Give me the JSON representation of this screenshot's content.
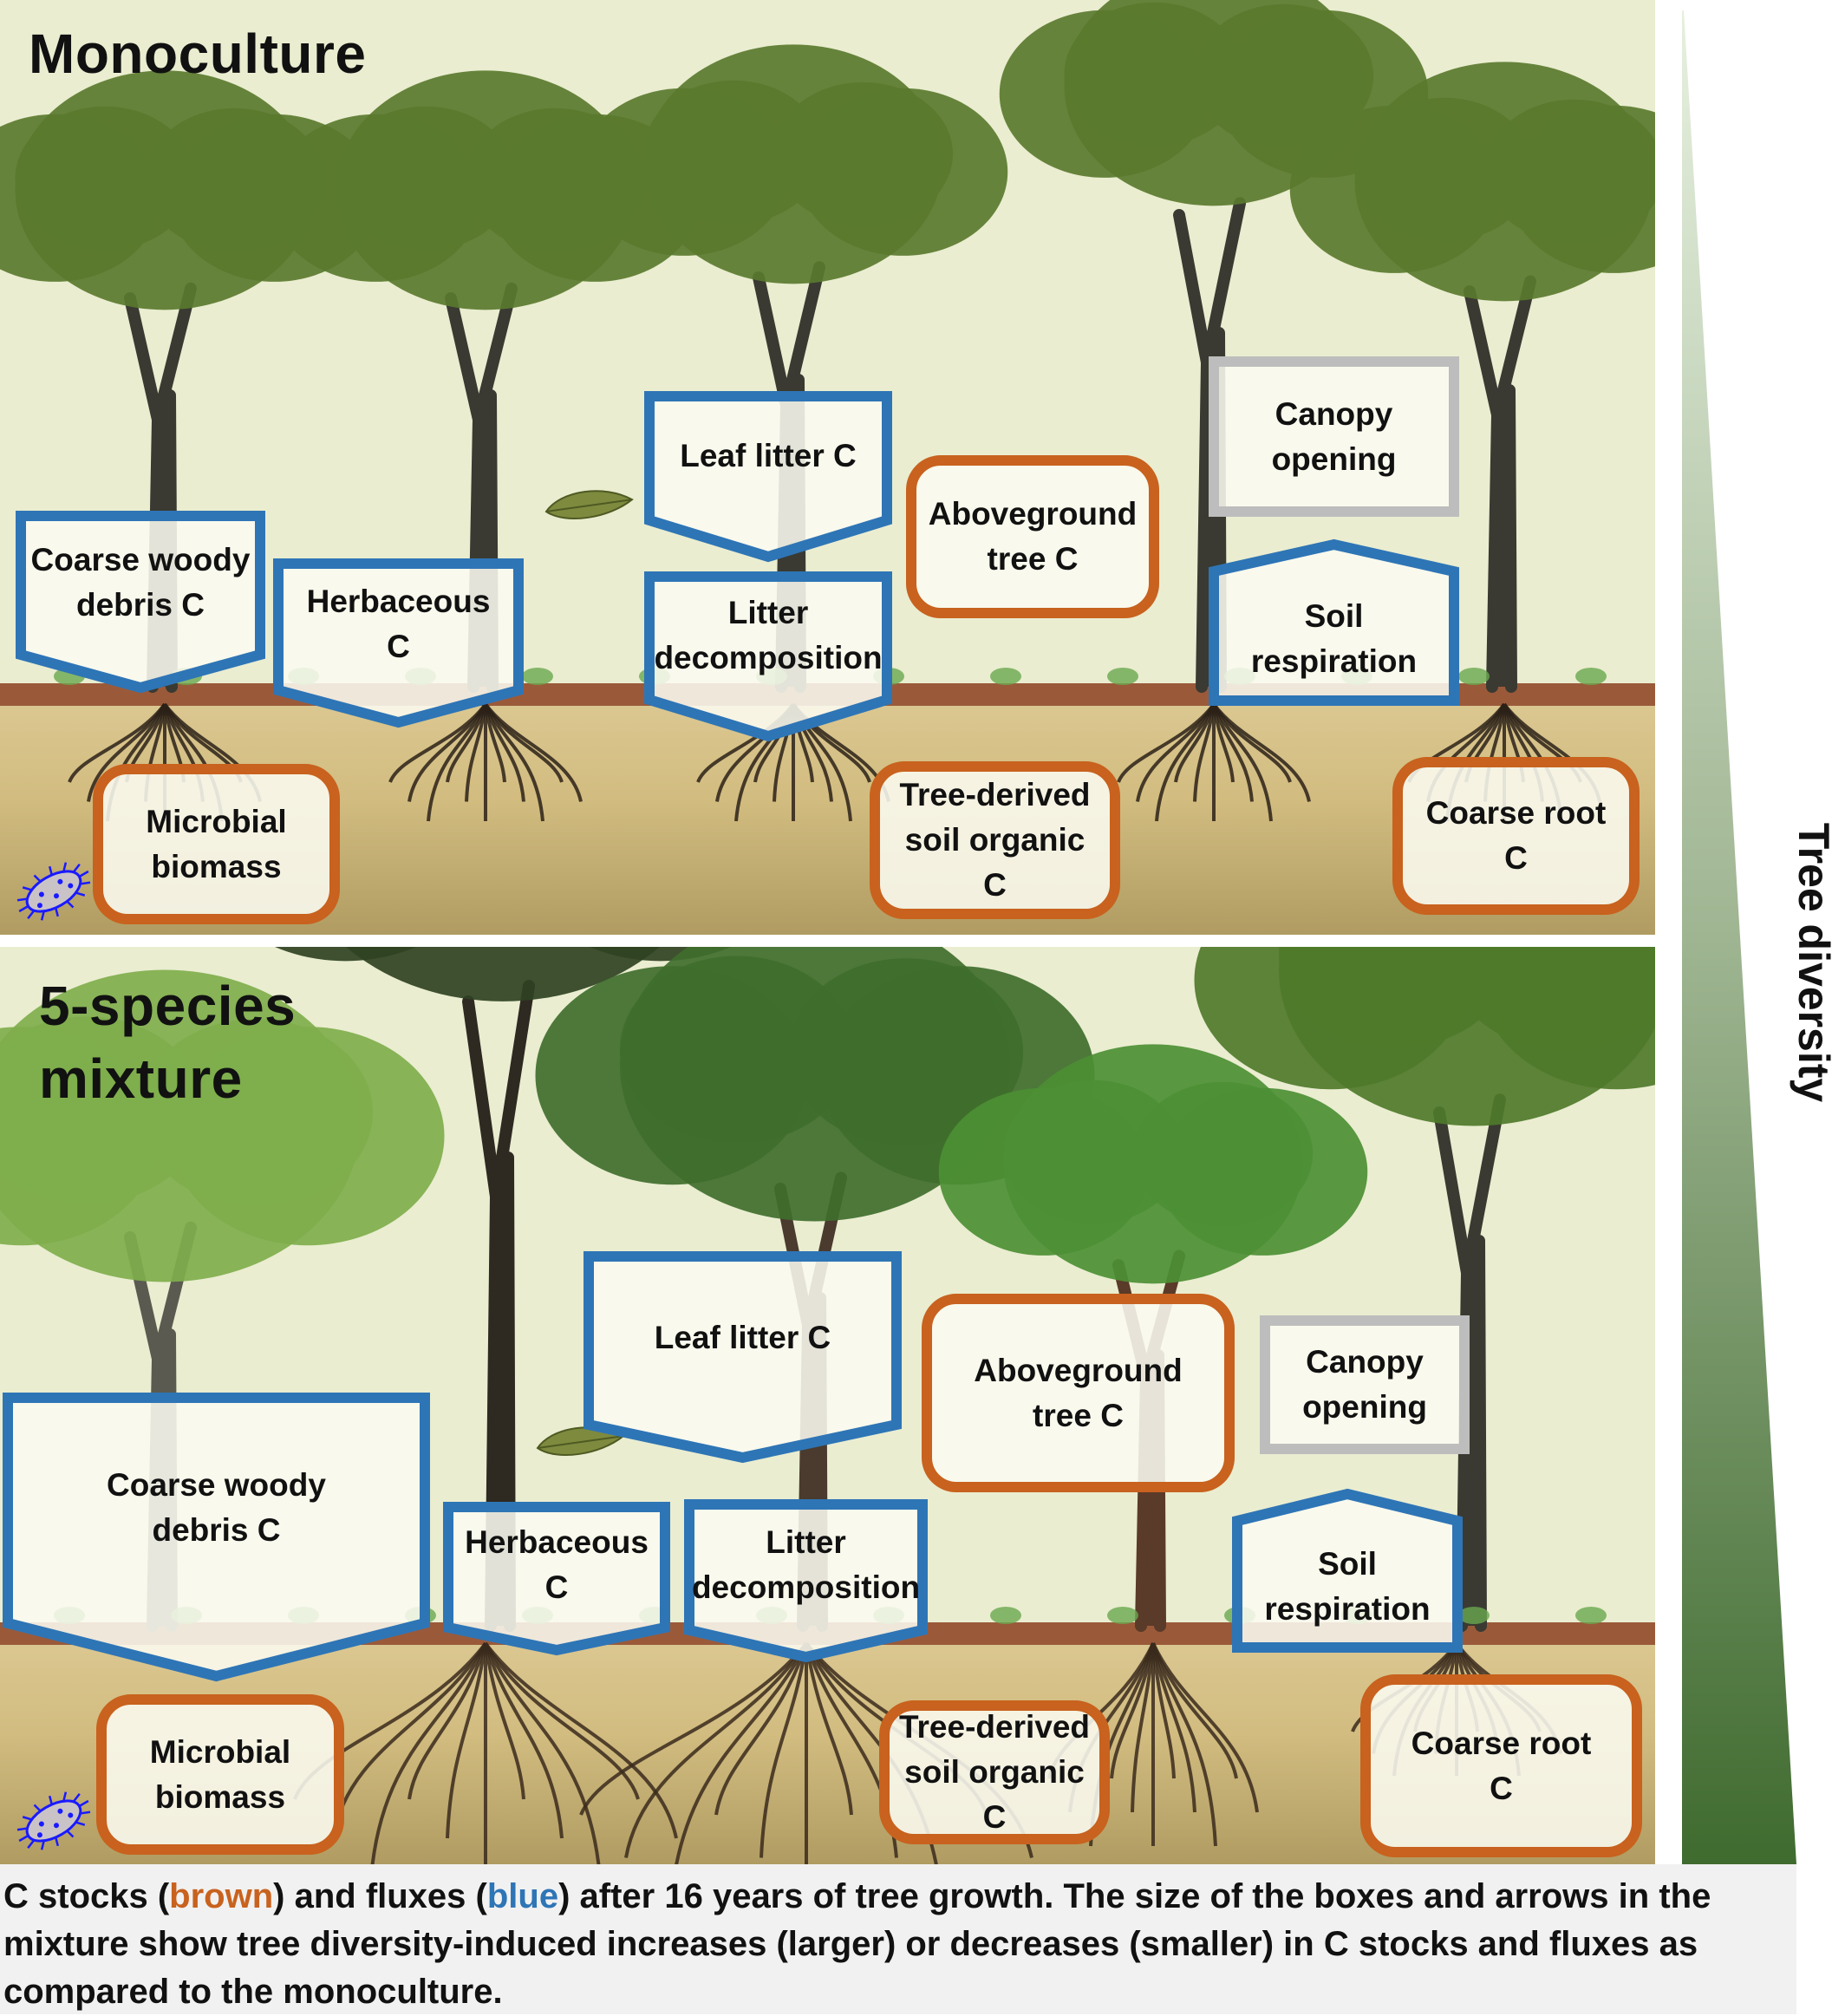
{
  "panels": [
    {
      "id": "monoculture",
      "title": "Monoculture",
      "boxes": [
        {
          "key": "cwd",
          "label": "Coarse woody\ndebris C",
          "kind": "flux",
          "shape": "arrow-down"
        },
        {
          "key": "herb",
          "label": "Herbaceous\nC",
          "kind": "flux",
          "shape": "arrow-down"
        },
        {
          "key": "leaf",
          "label": "Leaf litter C",
          "kind": "flux",
          "shape": "arrow-down"
        },
        {
          "key": "decomp",
          "label": "Litter\ndecomposition",
          "kind": "flux",
          "shape": "arrow-down"
        },
        {
          "key": "above",
          "label": "Aboveground\ntree C",
          "kind": "stock",
          "shape": "rounded"
        },
        {
          "key": "canopy",
          "label": "Canopy\nopening",
          "kind": "other",
          "shape": "rect"
        },
        {
          "key": "resp",
          "label": "Soil\nrespiration",
          "kind": "flux",
          "shape": "arrow-up"
        },
        {
          "key": "microbe",
          "label": "Microbial\nbiomass",
          "kind": "stock",
          "shape": "rounded"
        },
        {
          "key": "soc",
          "label": "Tree-derived\nsoil organic\nC",
          "kind": "stock",
          "shape": "rounded"
        },
        {
          "key": "root",
          "label": "Coarse root\nC",
          "kind": "stock",
          "shape": "rounded"
        }
      ]
    },
    {
      "id": "mixture",
      "title": "5-species\nmixture",
      "boxes": [
        {
          "key": "cwd",
          "label": "Coarse woody\ndebris C",
          "kind": "flux",
          "shape": "arrow-down"
        },
        {
          "key": "herb",
          "label": "Herbaceous\nC",
          "kind": "flux",
          "shape": "arrow-down"
        },
        {
          "key": "leaf",
          "label": "Leaf litter C",
          "kind": "flux",
          "shape": "arrow-down"
        },
        {
          "key": "decomp",
          "label": "Litter\ndecomposition",
          "kind": "flux",
          "shape": "arrow-down"
        },
        {
          "key": "above",
          "label": "Aboveground\ntree C",
          "kind": "stock",
          "shape": "rounded"
        },
        {
          "key": "canopy",
          "label": "Canopy\nopening",
          "kind": "other",
          "shape": "rect"
        },
        {
          "key": "resp",
          "label": "Soil\nrespiration",
          "kind": "flux",
          "shape": "arrow-up"
        },
        {
          "key": "microbe",
          "label": "Microbial\nbiomass",
          "kind": "stock",
          "shape": "rounded"
        },
        {
          "key": "soc",
          "label": "Tree-derived\nsoil organic\nC",
          "kind": "stock",
          "shape": "rounded"
        },
        {
          "key": "root",
          "label": "Coarse root\nC",
          "kind": "stock",
          "shape": "rounded"
        }
      ]
    }
  ],
  "gradient_axis": {
    "label": "Tree diversity",
    "direction": "increases downward",
    "color_start": "#e6f0df",
    "color_end": "#3f6b2f"
  },
  "legend_colors": {
    "stock": "#c8621e",
    "flux": "#2e75b6",
    "other": "#bdbdbd"
  },
  "icons": [
    "tree-icon",
    "leaf-icon",
    "roots-icon",
    "bacterium-icon"
  ],
  "caption": {
    "parts": [
      {
        "text": "C stocks (",
        "style": "plain"
      },
      {
        "text": "brown",
        "style": "brown"
      },
      {
        "text": ") and fluxes (",
        "style": "plain"
      },
      {
        "text": "blue",
        "style": "blue"
      },
      {
        "text": ") after 16 years of tree growth. The size of the boxes and arrows in the mixture show tree diversity-induced increases (larger) or decreases (smaller) in C stocks and fluxes as compared to the monoculture.",
        "style": "plain"
      }
    ]
  }
}
